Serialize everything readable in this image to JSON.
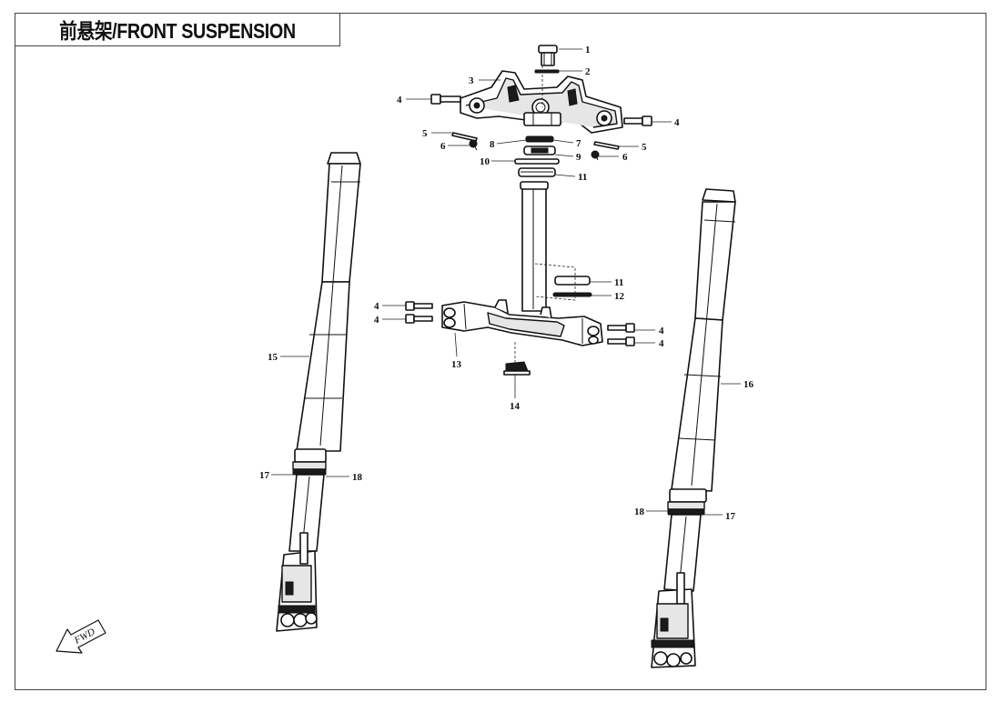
{
  "title": "前悬架/FRONT SUSPENSION",
  "fwd_label": "FWD",
  "callouts": [
    "1",
    "2",
    "3",
    "4",
    "5",
    "6",
    "7",
    "8",
    "9",
    "10",
    "11",
    "12",
    "13",
    "14",
    "15",
    "16",
    "17",
    "18"
  ]
}
